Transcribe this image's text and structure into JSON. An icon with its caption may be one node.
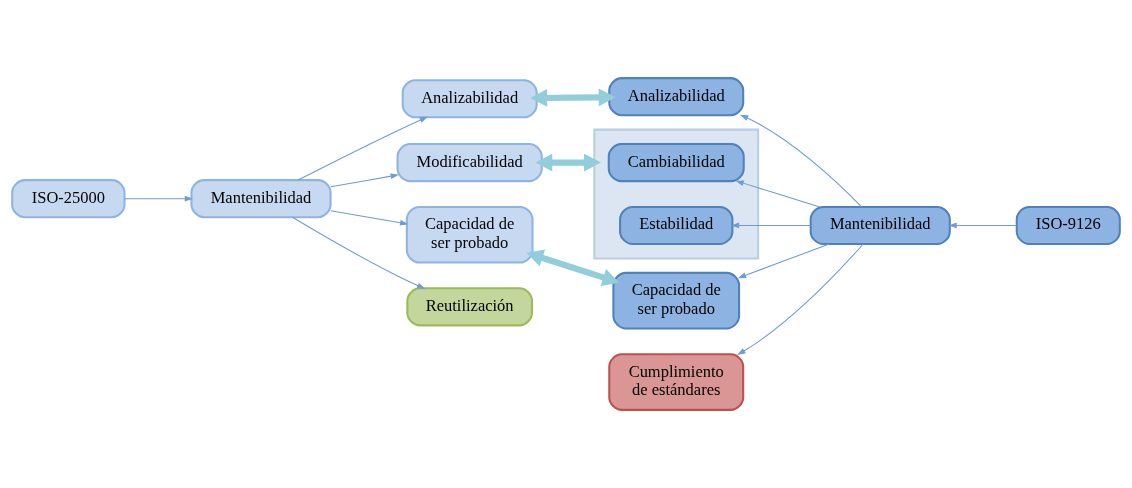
{
  "diagram": {
    "nodes": [
      {
        "text": [
          "ISO-25000"
        ]
      },
      {
        "text": [
          "Mantenibilidad"
        ]
      },
      {
        "text": [
          "Analizabilidad"
        ]
      },
      {
        "text": [
          "Modificabilidad"
        ]
      },
      {
        "text": [
          "Capacidad de ser probado"
        ]
      },
      {
        "text": [
          "Reutilización"
        ]
      },
      {
        "text": [
          "Analizabilidad"
        ]
      },
      {
        "text": [],
        "shape": "box"
      },
      {
        "text": [
          "Cambiabilidad"
        ],
        "in": 7
      },
      {
        "text": [
          "Estabilidad"
        ],
        "in": 7
      },
      {
        "text": [
          "Capacidad de ser probado"
        ]
      },
      {
        "text": [
          "Cumplimiento de estándares"
        ]
      },
      {
        "text": [
          "ISO-9126"
        ]
      },
      {
        "text": [
          "Mantenibilidad"
        ]
      }
    ],
    "edges": [
      {
        "from": 0,
        "to": 1,
        "arrow": "to"
      },
      {
        "from": 1,
        "to": 2,
        "arrow": "to"
      },
      {
        "from": 1,
        "to": 3,
        "arrow": "to"
      },
      {
        "from": 1,
        "to": 4,
        "arrow": "to"
      },
      {
        "from": 1,
        "to": 5,
        "arrow": "to"
      },
      {
        "from": 2,
        "to": 6,
        "arrow": "both",
        "style": "thick",
        "color": "#92cddc"
      },
      {
        "from": 3,
        "to": 7,
        "arrow": "both",
        "style": "thick",
        "color": "#92cddc"
      },
      {
        "from": 4,
        "to": 10,
        "arrow": "both",
        "style": "thick",
        "color": "#92cddc"
      },
      {
        "from": 12,
        "to": 13,
        "arrow": "to"
      },
      {
        "from": 13,
        "to": 6,
        "arrow": "to"
      },
      {
        "from": 13,
        "to": 8,
        "arrow": "to"
      },
      {
        "from": 13,
        "to": 9,
        "arrow": "to"
      },
      {
        "from": 13,
        "to": 10,
        "arrow": "to"
      },
      {
        "from": 13,
        "to": 11,
        "arrow": "to"
      }
    ]
  }
}
